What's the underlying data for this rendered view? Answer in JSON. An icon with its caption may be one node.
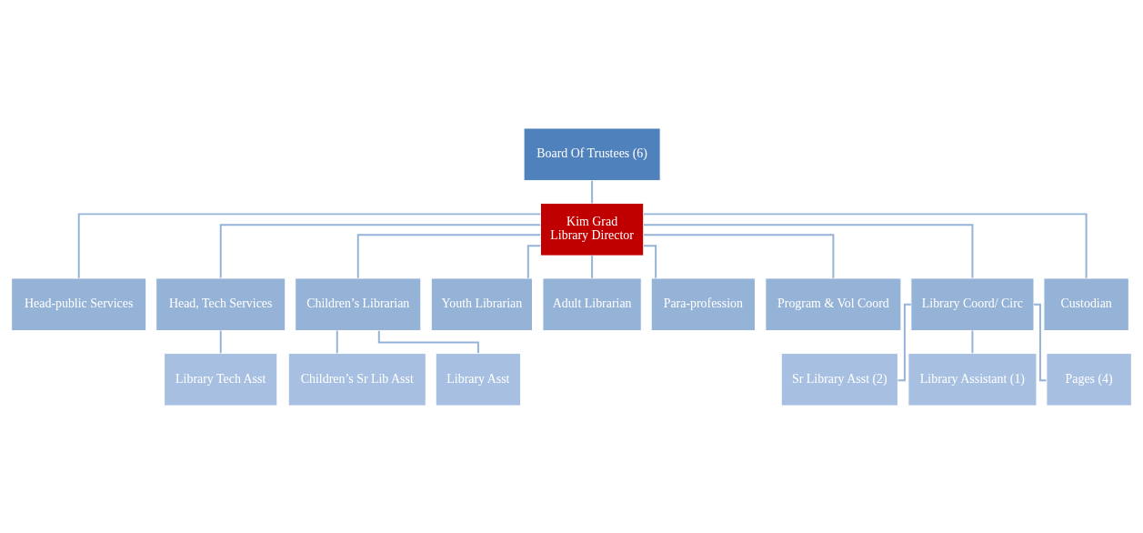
{
  "diagram": {
    "nodes": [
      {
        "text": [
          "Board Of Trustees (6)"
        ]
      },
      {
        "text": [
          "Kim Grad",
          "Library Director"
        ]
      },
      {
        "text": [
          "Head-public Services"
        ]
      },
      {
        "text": [
          "Head, Tech Services"
        ]
      },
      {
        "text": [
          "Children’s Librarian"
        ]
      },
      {
        "text": [
          "Youth Librarian"
        ]
      },
      {
        "text": [
          "Adult Librarian"
        ]
      },
      {
        "text": [
          "Para-profession"
        ]
      },
      {
        "text": [
          "Program & Vol Coord"
        ]
      },
      {
        "text": [
          "Library Coord/ Circ"
        ]
      },
      {
        "text": [
          "Custodian"
        ]
      },
      {
        "text": [
          "Library Tech Asst"
        ]
      },
      {
        "text": [
          "Children’s Sr Lib Asst"
        ]
      },
      {
        "text": [
          "Library Asst"
        ]
      },
      {
        "text": [
          "Sr Library Asst (2)"
        ]
      },
      {
        "text": [
          "Library Assistant (1)"
        ]
      },
      {
        "text": [
          "Pages (4)"
        ]
      }
    ],
    "edges": [
      {
        "from": 0,
        "to": 1,
        "arrow": "none"
      },
      {
        "from": 1,
        "to": 2,
        "arrow": "none"
      },
      {
        "from": 1,
        "to": 3,
        "arrow": "none"
      },
      {
        "from": 1,
        "to": 4,
        "arrow": "none"
      },
      {
        "from": 1,
        "to": 5,
        "arrow": "none"
      },
      {
        "from": 1,
        "to": 6,
        "arrow": "none"
      },
      {
        "from": 1,
        "to": 7,
        "arrow": "none"
      },
      {
        "from": 1,
        "to": 8,
        "arrow": "none"
      },
      {
        "from": 1,
        "to": 9,
        "arrow": "none"
      },
      {
        "from": 1,
        "to": 10,
        "arrow": "none"
      },
      {
        "from": 3,
        "to": 11,
        "arrow": "none"
      },
      {
        "from": 4,
        "to": 12,
        "arrow": "none"
      },
      {
        "from": 4,
        "to": 13,
        "arrow": "none"
      },
      {
        "from": 9,
        "to": 14,
        "arrow": "none"
      },
      {
        "from": 9,
        "to": 15,
        "arrow": "none"
      },
      {
        "from": 9,
        "to": 16,
        "arrow": "none"
      }
    ]
  }
}
